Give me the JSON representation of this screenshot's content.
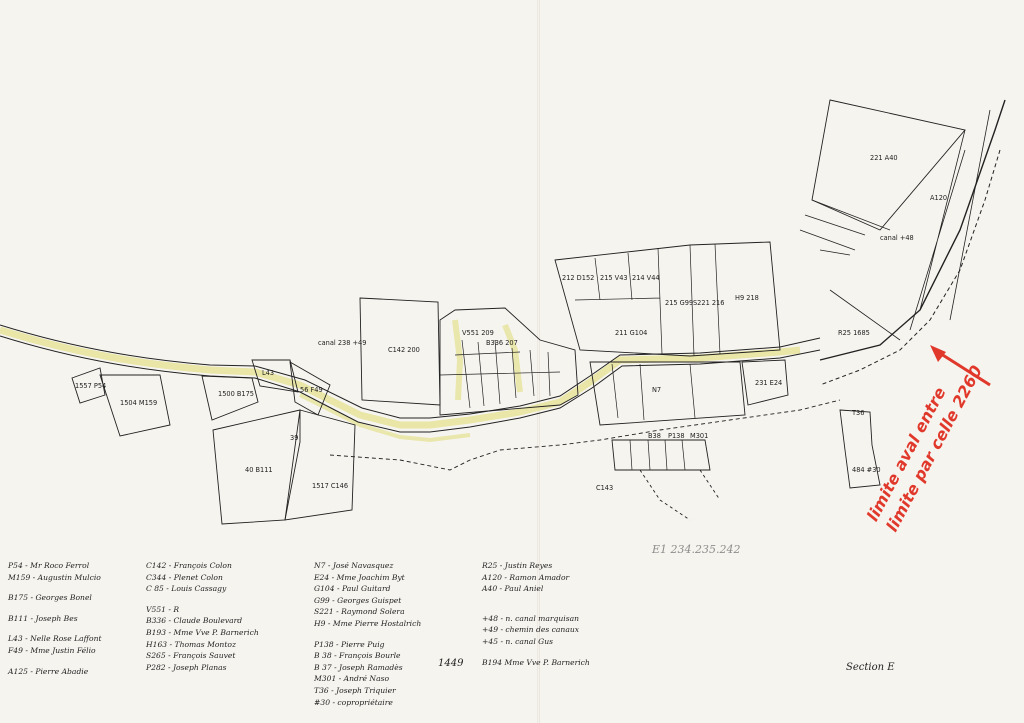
{
  "legend": {
    "col1": [
      "P54 - Mr Roco Ferrol",
      "M159 - Augustin Mulcio",
      "B175 - Georges Bonel",
      "B111 - Joseph Bes",
      "L43 - Nelle Rose Laffont",
      "F49 - Mme Justin Félio",
      "A125 - Pierre Abadie"
    ],
    "col2": [
      "C142 - François Colon",
      "C344 - Plenet Colon",
      "C 85 - Louis Cassagy",
      "V551 - R",
      "B336 - Claude Boulevard",
      "B193 - Mme Vve P. Barnerich",
      "H163 - Thomas Montoz",
      "S265 - François Sauvet",
      "P282 - Joseph Planas"
    ],
    "col3": [
      "N7 - José Navasquez",
      "E24 - Mme Joachim Byt",
      "G104 - Paul Guitard",
      "G99 - Georges Guispet",
      "S221 - Raymond Solera",
      "H9 - Mme Pierre Hostalrich",
      "P138 - Pierre Puig",
      "B 38 - François Bourle",
      "B 37 - Joseph Ramadès",
      "M301 - André Naso",
      "T36 - Joseph Triquier",
      "#30 - copropriétaire"
    ],
    "col4": [
      "R25 - Justin Reyes",
      "A120 - Ramon Amador",
      "A40 - Paul Aniel",
      "+48 - n. canal marquisan",
      "+49 - chemin des canaux",
      "+45 - n. canal Gus"
    ],
    "col4_bottom": "B194 Mme Vve P. Barnerich"
  },
  "section_label": "Section E",
  "ref_number": "1449",
  "pencil_note": "E1 234.235.242",
  "red_note": "limite aval entre limite par celle 2260",
  "parcels": [
    {
      "id": "P54",
      "text": "1557 P54"
    },
    {
      "id": "M159",
      "text": "1504 M159"
    },
    {
      "id": "B175",
      "text": "1500 B175"
    },
    {
      "id": "L43",
      "text": "L43"
    },
    {
      "id": "F49",
      "text": "56 F49"
    },
    {
      "id": "B111",
      "text": "40 B111"
    },
    {
      "id": "39",
      "text": "39"
    },
    {
      "id": "C146",
      "text": "1517 C146"
    },
    {
      "id": "C142",
      "text": "C142 200"
    },
    {
      "id": "V551",
      "text": "V551 209"
    },
    {
      "id": "B336",
      "text": "B336 207"
    },
    {
      "id": "D152",
      "text": "212 D152"
    },
    {
      "id": "V43",
      "text": "215 V43"
    },
    {
      "id": "V44",
      "text": "214 V44"
    },
    {
      "id": "G99",
      "text": "215 G99"
    },
    {
      "id": "S221",
      "text": "S221 216"
    },
    {
      "id": "H9",
      "text": "H9 218"
    },
    {
      "id": "G104",
      "text": "211 G104"
    },
    {
      "id": "N7",
      "text": "N7"
    },
    {
      "id": "E24",
      "text": "231 E24"
    },
    {
      "id": "B38",
      "text": "B38"
    },
    {
      "id": "P138",
      "text": "P138"
    },
    {
      "id": "M301",
      "text": "M301"
    },
    {
      "id": "C143",
      "text": "C143"
    },
    {
      "id": "T36",
      "text": "T36"
    },
    {
      "id": "484",
      "text": "484 #30"
    },
    {
      "id": "A40",
      "text": "221 A40"
    },
    {
      "id": "A120",
      "text": "A120"
    },
    {
      "id": "R25",
      "text": "R25 1685"
    },
    {
      "id": "canal48",
      "text": "canal +48"
    },
    {
      "id": "canal49",
      "text": "canal 238 +49"
    }
  ]
}
